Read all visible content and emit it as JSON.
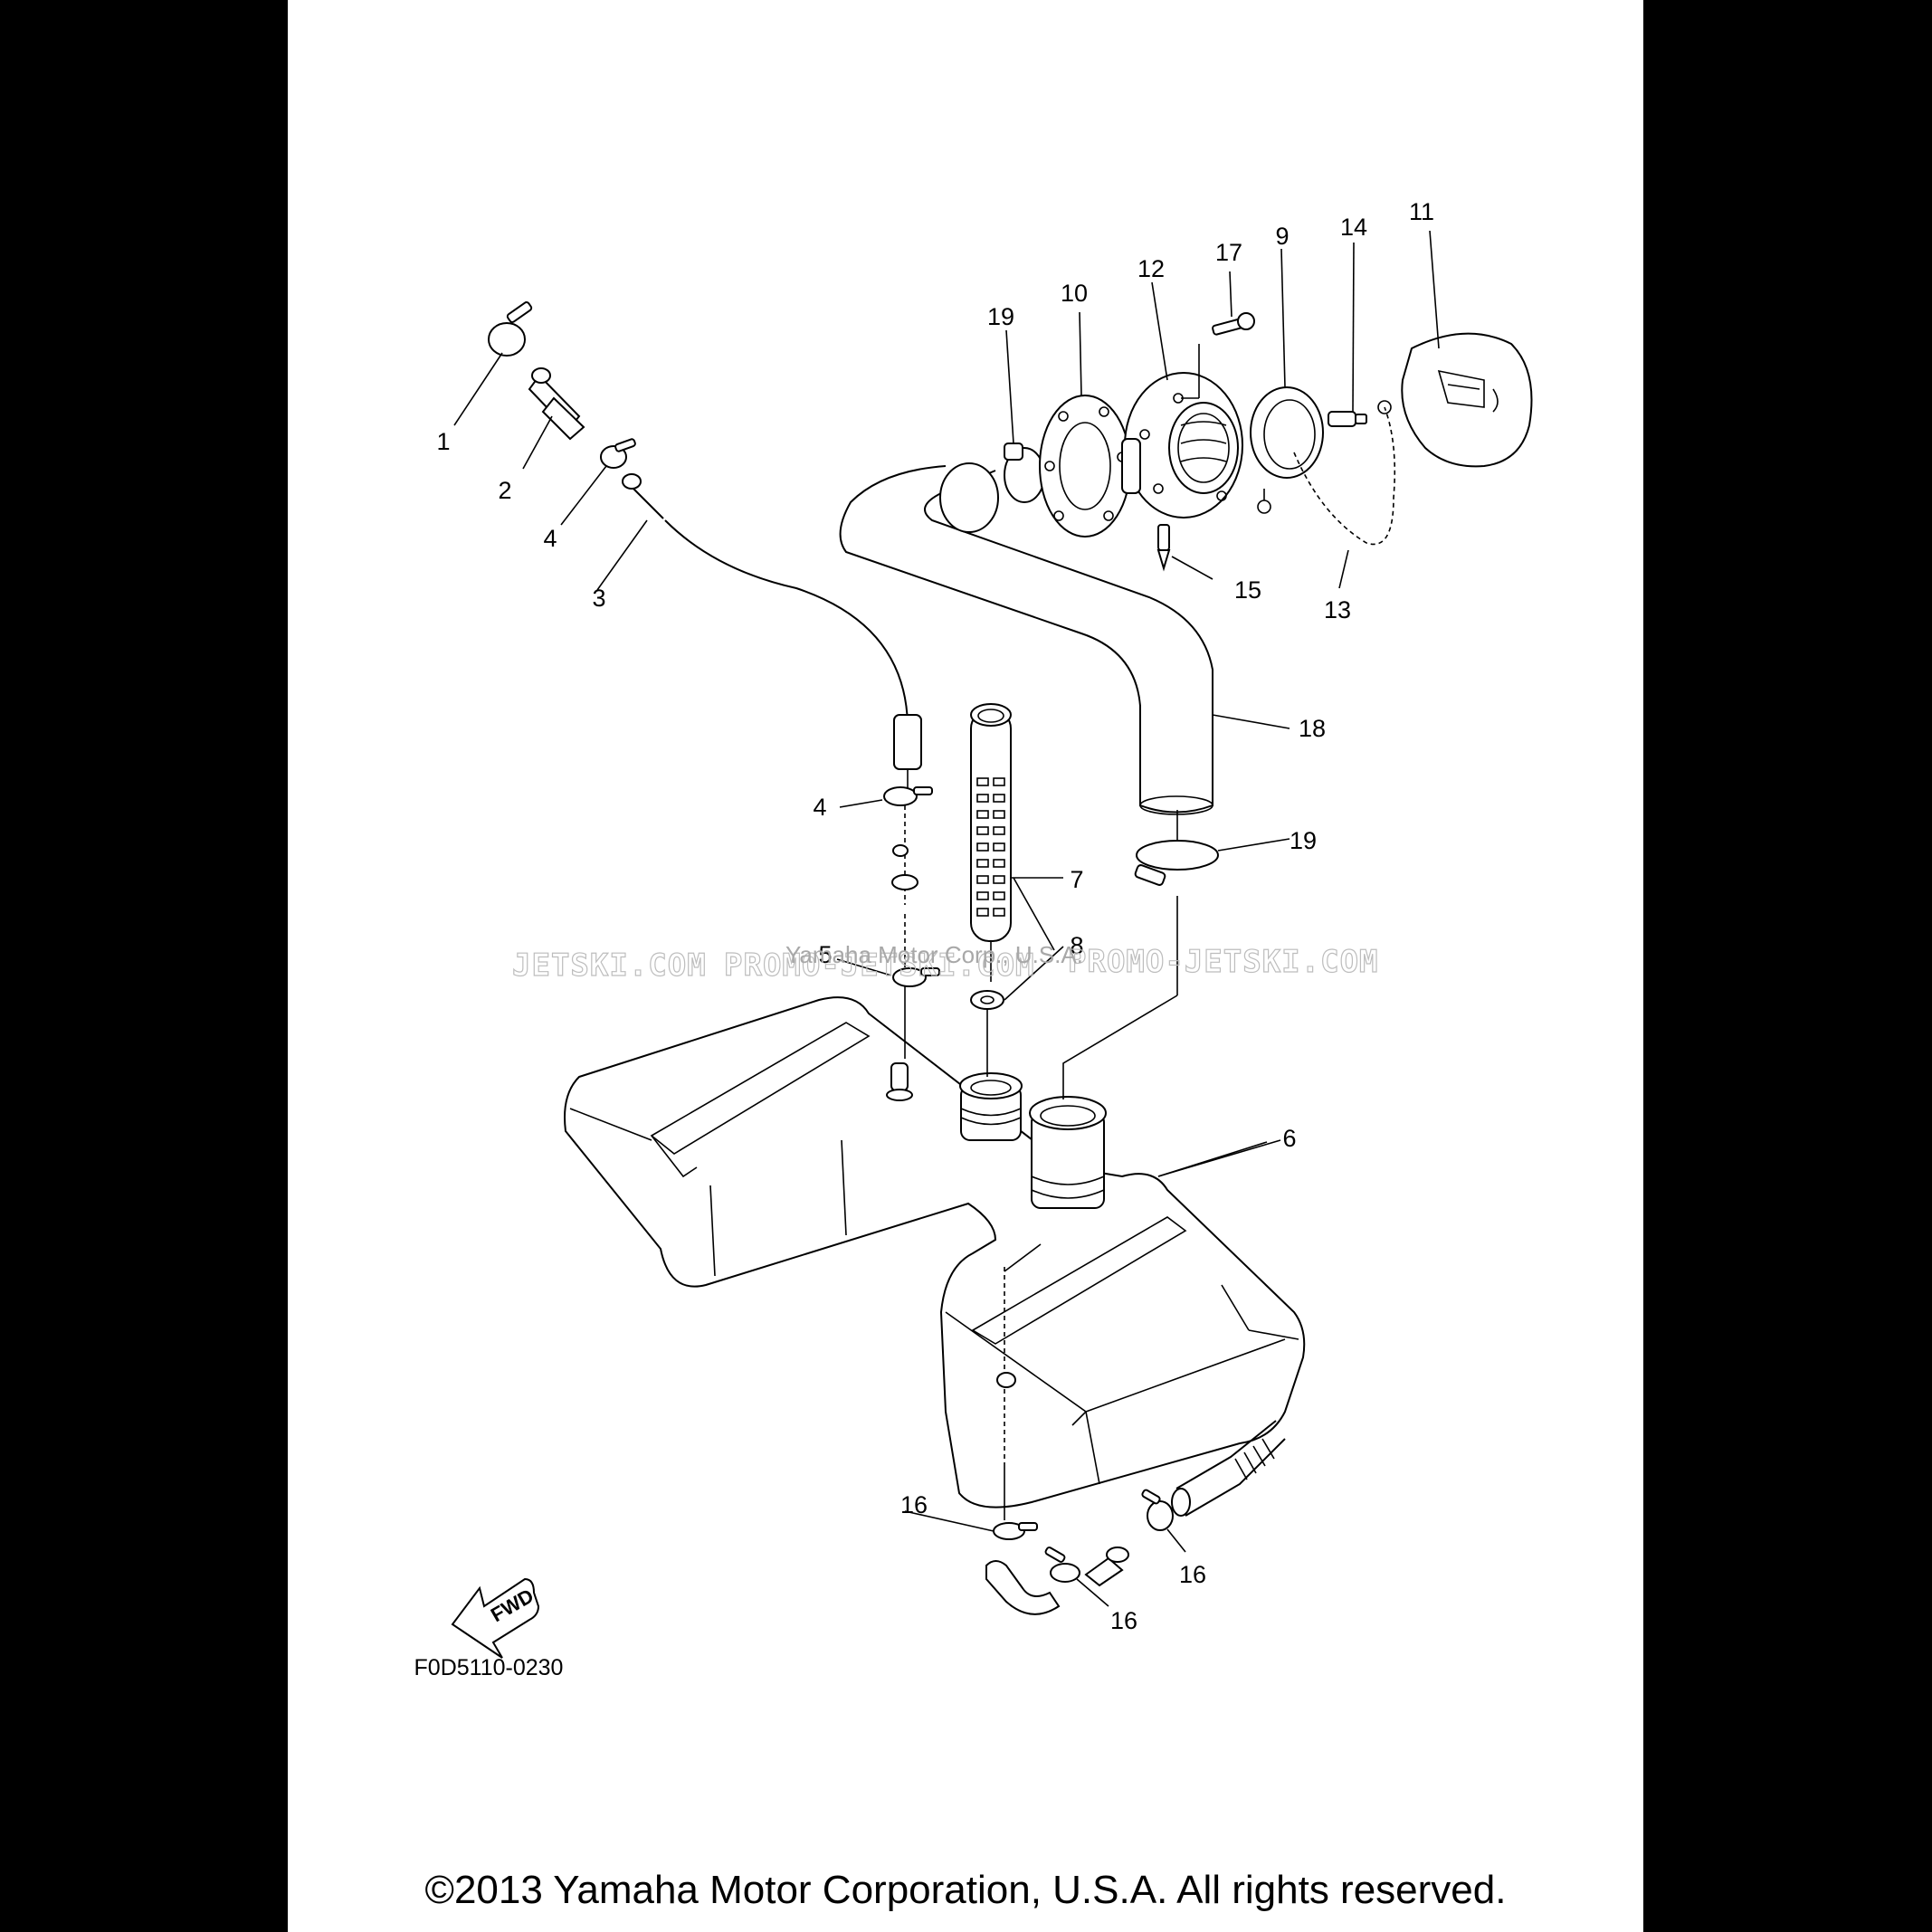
{
  "diagram_code": "F0D5110-0230",
  "fwd_label": "FWD",
  "copyright": "©2013 Yamaha Motor Corporation, U.S.A. All rights reserved.",
  "watermark": {
    "left": "JETSKI.COM",
    "center": "PROMO-JETSKI.COM",
    "right": "PROMO-JETSKI.COM",
    "overlay": "Yamaha Motor Corp., U.S.A."
  },
  "callouts": [
    {
      "id": "c1",
      "label": "1"
    },
    {
      "id": "c2",
      "label": "2"
    },
    {
      "id": "c3",
      "label": "3"
    },
    {
      "id": "c4a",
      "label": "4"
    },
    {
      "id": "c4b",
      "label": "4"
    },
    {
      "id": "c5",
      "label": "5"
    },
    {
      "id": "c6",
      "label": "6"
    },
    {
      "id": "c7",
      "label": "7"
    },
    {
      "id": "c8",
      "label": "8"
    },
    {
      "id": "c9",
      "label": "9"
    },
    {
      "id": "c10",
      "label": "10"
    },
    {
      "id": "c11",
      "label": "11"
    },
    {
      "id": "c12",
      "label": "12"
    },
    {
      "id": "c13",
      "label": "13"
    },
    {
      "id": "c14",
      "label": "14"
    },
    {
      "id": "c15",
      "label": "15"
    },
    {
      "id": "c16a",
      "label": "16"
    },
    {
      "id": "c16b",
      "label": "16"
    },
    {
      "id": "c16c",
      "label": "16"
    },
    {
      "id": "c17",
      "label": "17"
    },
    {
      "id": "c18",
      "label": "18"
    },
    {
      "id": "c19a",
      "label": "19"
    },
    {
      "id": "c19b",
      "label": "19"
    }
  ]
}
